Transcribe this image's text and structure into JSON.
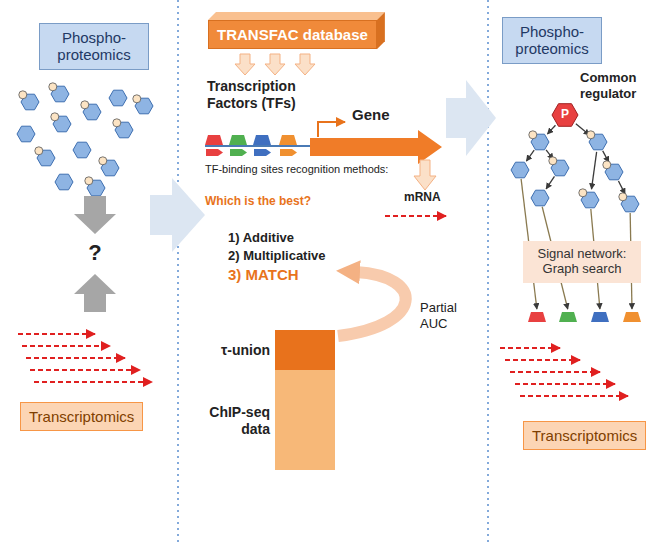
{
  "diagram": {
    "nodes": [
      {
        "text": [
          "Phospho-proteomics"
        ]
      },
      {
        "text": [
          "Transcriptomics"
        ]
      },
      {
        "text": [
          "TRANSFAC database"
        ]
      },
      {
        "text": [
          "Phospho-proteomics"
        ]
      },
      {
        "text": [
          "Signal network: Graph search"
        ]
      },
      {
        "text": [
          "Transcriptomics"
        ]
      }
    ],
    "labels": [
      "?",
      "Transcription Factors (TFs)",
      "Gene",
      "TF-binding sites recognition methods:",
      "Which is the best?",
      "mRNA",
      "1) Additive",
      "2) Multiplicative",
      "3) MATCH",
      "Partial AUC",
      "τ-union",
      "ChIP-seq data",
      "Common regulator",
      "P"
    ]
  }
}
